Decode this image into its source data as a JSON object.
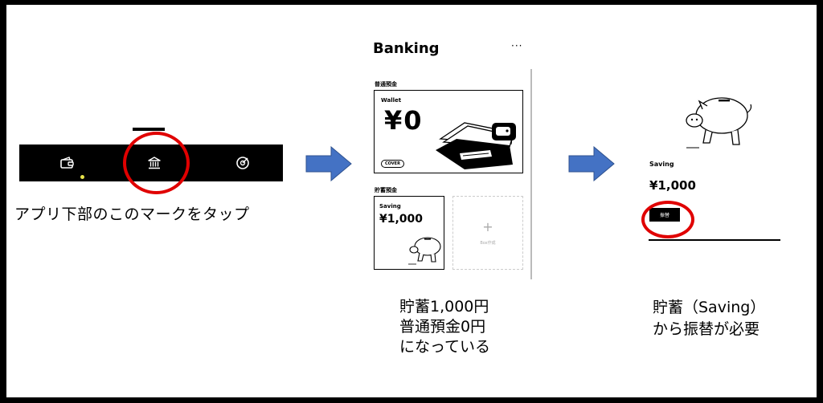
{
  "nav": {
    "items": [
      {
        "icon": "wallet-icon"
      },
      {
        "icon": "bank-icon"
      },
      {
        "icon": "target-icon"
      }
    ],
    "active_dot_color": "#e8e34a"
  },
  "highlight_color": "#e00000",
  "arrow_color": "#4472c4",
  "step1": {
    "caption": "アプリ下部のこのマークをタップ"
  },
  "banking": {
    "title": "Banking",
    "menu": "···",
    "regular_section": "普通預金",
    "wallet": {
      "name": "Wallet",
      "amount": "¥0",
      "badge": "COVER"
    },
    "savings_section": "貯蓄預金",
    "saving": {
      "name": "Saving",
      "amount": "¥1,000"
    },
    "box_create": {
      "plus": "+",
      "label": "Box作成"
    }
  },
  "step2": {
    "caption_lines": [
      "貯蓄1,000円",
      "普通預金0円",
      "になっている"
    ]
  },
  "detail": {
    "name": "Saving",
    "amount": "¥1,000",
    "transfer_button": "振替"
  },
  "step3": {
    "caption_lines": [
      "貯蓄（Saving）",
      "から振替が必要"
    ]
  }
}
